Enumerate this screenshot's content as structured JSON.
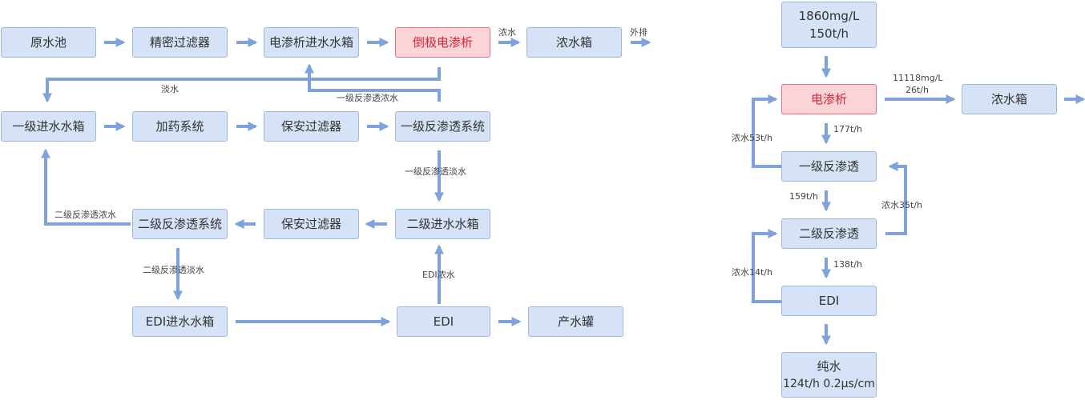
{
  "left_flow": {
    "boxes": {
      "raw_pool": "原水池",
      "precision_filter": "精密过滤器",
      "ed_feed_tank": "电渗析进水水箱",
      "edr": "倒极电渗析",
      "conc_tank": "浓水箱",
      "ro1_feed_tank": "一级进水水箱",
      "dosing": "加药系统",
      "security_filter_1": "保安过滤器",
      "ro1_system": "一级反渗透系统",
      "ro2_system": "二级反渗透系统",
      "security_filter_2": "保安过滤器",
      "ro2_feed_tank": "二级进水水箱",
      "edi_feed_tank": "EDI进水水箱",
      "edi": "EDI",
      "product_tank": "产水罐"
    },
    "labels": {
      "conc_water": "浓水",
      "discharge": "外排",
      "fresh_water": "淡水",
      "ro1_conc": "一级反渗透浓水",
      "ro1_fresh": "一级反渗透淡水",
      "ro2_conc": "二级反渗透浓水",
      "ro2_fresh": "二级反渗透淡水",
      "edi_conc": "EDI浓水"
    }
  },
  "right_flow": {
    "boxes": {
      "feed_line1": "1860mg/L",
      "feed_line2": "150t/h",
      "ed": "电渗析",
      "conc_tank": "浓水箱",
      "ro1": "一级反渗透",
      "ro2": "二级反渗透",
      "edi": "EDI",
      "pure_line1": "纯水",
      "pure_line2": "124t/h 0.2μs/cm"
    },
    "labels": {
      "conc_out_line1": "11118mg/L",
      "conc_out_line2": "26t/h",
      "flow_177": "177t/h",
      "flow_159": "159t/h",
      "flow_138": "138t/h",
      "conc_53": "浓水53t/h",
      "conc_35": "浓水35t/h",
      "conc_14": "浓水14t/h"
    }
  },
  "colors": {
    "box_fill": "#d6e2f5",
    "box_border": "#9db7e2",
    "highlight_fill": "#fbd4d8",
    "highlight_border": "#e8707e",
    "highlight_text": "#d62435",
    "arrow": "#7ea3dc"
  }
}
